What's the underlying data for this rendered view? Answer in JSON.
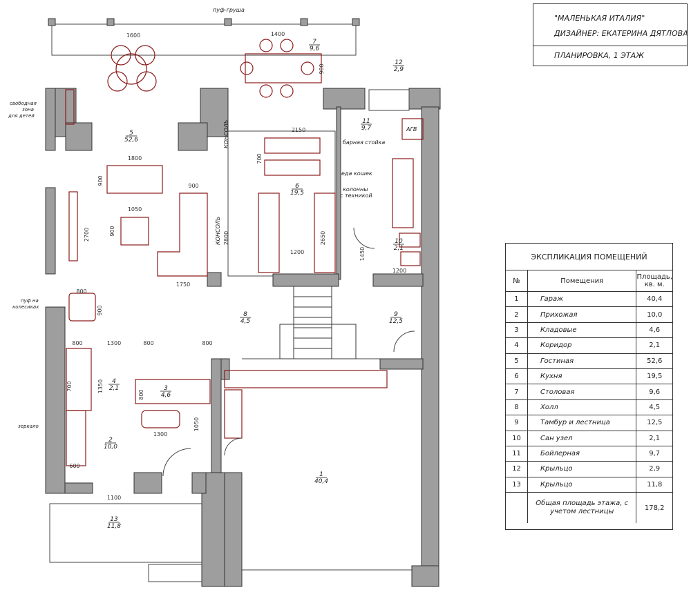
{
  "title_block": {
    "project": "\"МАЛЕНЬКАЯ ИТАЛИЯ\"",
    "designer": "ДИЗАЙНЕР:  ЕКАТЕРИНА ДЯТЛОВА",
    "sheet": "ПЛАНИРОВКА, 1 ЭТАЖ"
  },
  "explication": {
    "title": "ЭКСПЛИКАЦИЯ ПОМЕЩЕНИЙ",
    "col_num": "№",
    "col_room": "Помещения",
    "col_area": "Площадь, кв. м.",
    "rows": [
      {
        "n": "1",
        "name": "Гараж",
        "area": "40,4"
      },
      {
        "n": "2",
        "name": "Прихожая",
        "area": "10,0"
      },
      {
        "n": "3",
        "name": "Кладовые",
        "area": "4,6"
      },
      {
        "n": "4",
        "name": "Коридор",
        "area": "2,1"
      },
      {
        "n": "5",
        "name": "Гостиная",
        "area": "52,6"
      },
      {
        "n": "6",
        "name": "Кухня",
        "area": "19,5"
      },
      {
        "n": "7",
        "name": "Столовая",
        "area": "9,6"
      },
      {
        "n": "8",
        "name": "Холл",
        "area": "4,5"
      },
      {
        "n": "9",
        "name": "Тамбур и лестница",
        "area": "12,5"
      },
      {
        "n": "10",
        "name": "Сан узел",
        "area": "2,1"
      },
      {
        "n": "11",
        "name": "Бойлерная",
        "area": "9,7"
      },
      {
        "n": "12",
        "name": "Крыльцо",
        "area": "2,9"
      },
      {
        "n": "13",
        "name": "Крыльцо",
        "area": "11,8"
      }
    ],
    "total_label": "Общая площадь этажа, с учетом лестницы",
    "total_area": "178,2"
  },
  "plan": {
    "annotations": {
      "puf_grusha": "пуф-груша",
      "free_zone_1": "свободная",
      "free_zone_2": "зона",
      "free_zone_3": "для детей",
      "bar": "барная стойка",
      "cat_food": "еда кошек",
      "columns_1": "колонны",
      "columns_2": "с техникой",
      "konsol_1": "КОНСОЛЬ",
      "konsol_2": "КОНСОЛЬ",
      "puf_wheels_1": "пуф на",
      "puf_wheels_2": "колесиках",
      "mirror": "зеркало",
      "agv": "АГВ"
    },
    "rooms": [
      {
        "num": "1",
        "area": "40,4"
      },
      {
        "num": "2",
        "area": "10,0"
      },
      {
        "num": "3",
        "area": "4,6"
      },
      {
        "num": "4",
        "area": "2,1"
      },
      {
        "num": "5",
        "area": "52,6"
      },
      {
        "num": "6",
        "area": "19,5"
      },
      {
        "num": "7",
        "area": "9,6"
      },
      {
        "num": "8",
        "area": "4,5"
      },
      {
        "num": "9",
        "area": "12,5"
      },
      {
        "num": "10",
        "area": "2,1"
      },
      {
        "num": "11",
        "area": "9,7"
      },
      {
        "num": "12",
        "area": "2,9"
      },
      {
        "num": "13",
        "area": "11,8"
      }
    ],
    "dimensions": [
      "1600",
      "1400",
      "900",
      "2150",
      "700",
      "1800",
      "900",
      "1050",
      "900",
      "900",
      "2700",
      "2800",
      "2650",
      "1200",
      "1750",
      "800",
      "900",
      "1450",
      "1200",
      "800",
      "1300",
      "800",
      "800",
      "700",
      "1350",
      "800",
      "1050",
      "1300",
      "600",
      "1100"
    ]
  },
  "colors": {
    "wall": "#9e9e9e",
    "furniture": "#8b1a1a",
    "line": "#333333"
  }
}
